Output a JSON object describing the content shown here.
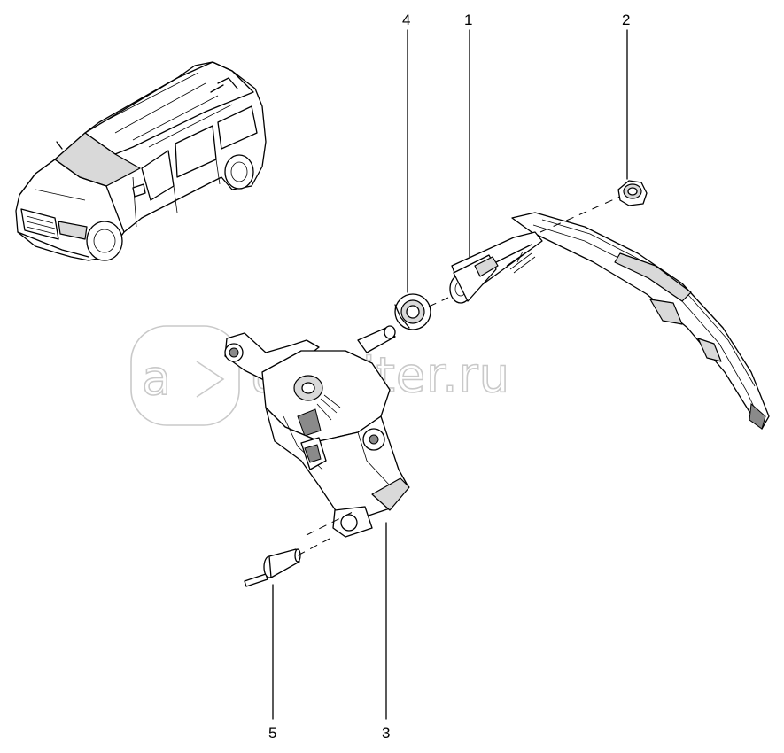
{
  "watermark": {
    "logo_letters": "a",
    "text": "utopiter.ru"
  },
  "callouts": [
    {
      "id": "1",
      "label": "1"
    },
    {
      "id": "2",
      "label": "2"
    },
    {
      "id": "3",
      "label": "3"
    },
    {
      "id": "4",
      "label": "4"
    },
    {
      "id": "5",
      "label": "5"
    }
  ],
  "colors": {
    "line": "#000000",
    "watermark": "#c9c9c9",
    "shade": "#d9d9d9"
  }
}
